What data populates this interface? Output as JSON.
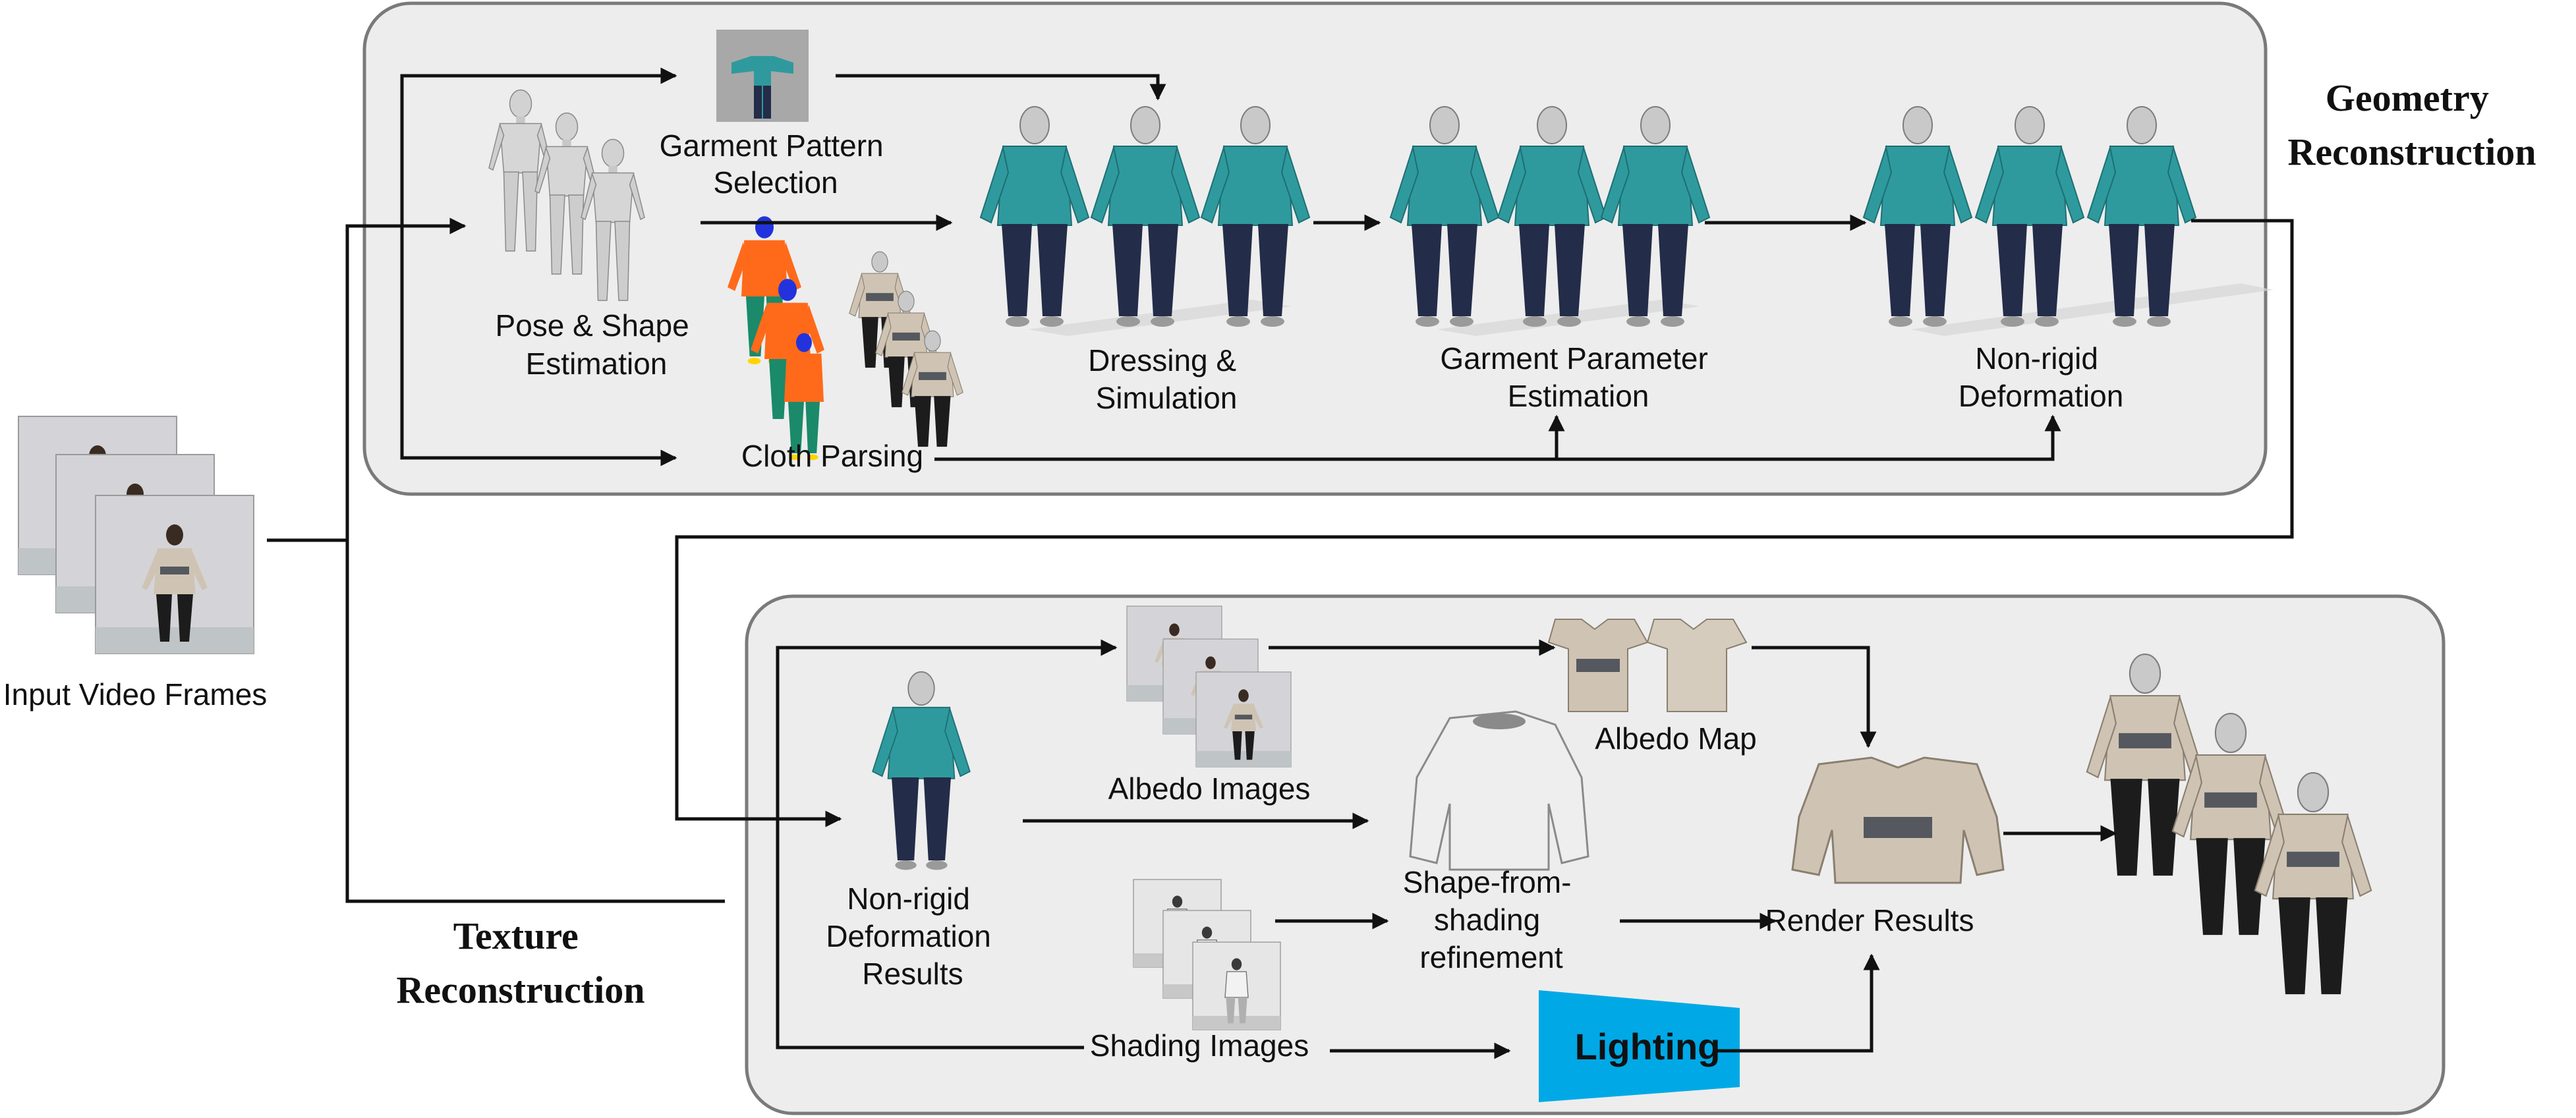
{
  "titles": {
    "geometry": [
      "Geometry",
      "Reconstruction"
    ],
    "texture": [
      "Texture",
      "Reconstruction"
    ]
  },
  "labels": {
    "input": "Input Video Frames",
    "pose": [
      "Pose & Shape",
      "Estimation"
    ],
    "garment_pattern": [
      "Garment Pattern",
      "Selection"
    ],
    "cloth_parsing": "Cloth Parsing",
    "dressing": [
      "Dressing &",
      "Simulation"
    ],
    "garment_param": [
      "Garment Parameter",
      "Estimation"
    ],
    "nonrigid": [
      "Non-rigid",
      "Deformation"
    ],
    "nonrigid_results": [
      "Non-rigid",
      "Deformation",
      "Results"
    ],
    "albedo_images": "Albedo Images",
    "albedo_map": "Albedo Map",
    "shading_images": "Shading Images",
    "sfs": [
      "Shape-from-",
      "shading",
      "refinement"
    ],
    "render": "Render Results",
    "lighting": "Lighting"
  },
  "colors": {
    "panel_fill": "#ededed",
    "panel_stroke": "#7a7a7a",
    "garment_teal": "#2f9a9e",
    "pants_navy": "#232c48",
    "skin_gray": "#c9c9c9",
    "cloth_beige": "#cfc4b4",
    "parsing_orange": "#ff6a1a",
    "parsing_green": "#1a8a6a",
    "lighting_blue": "#00a9e6"
  }
}
